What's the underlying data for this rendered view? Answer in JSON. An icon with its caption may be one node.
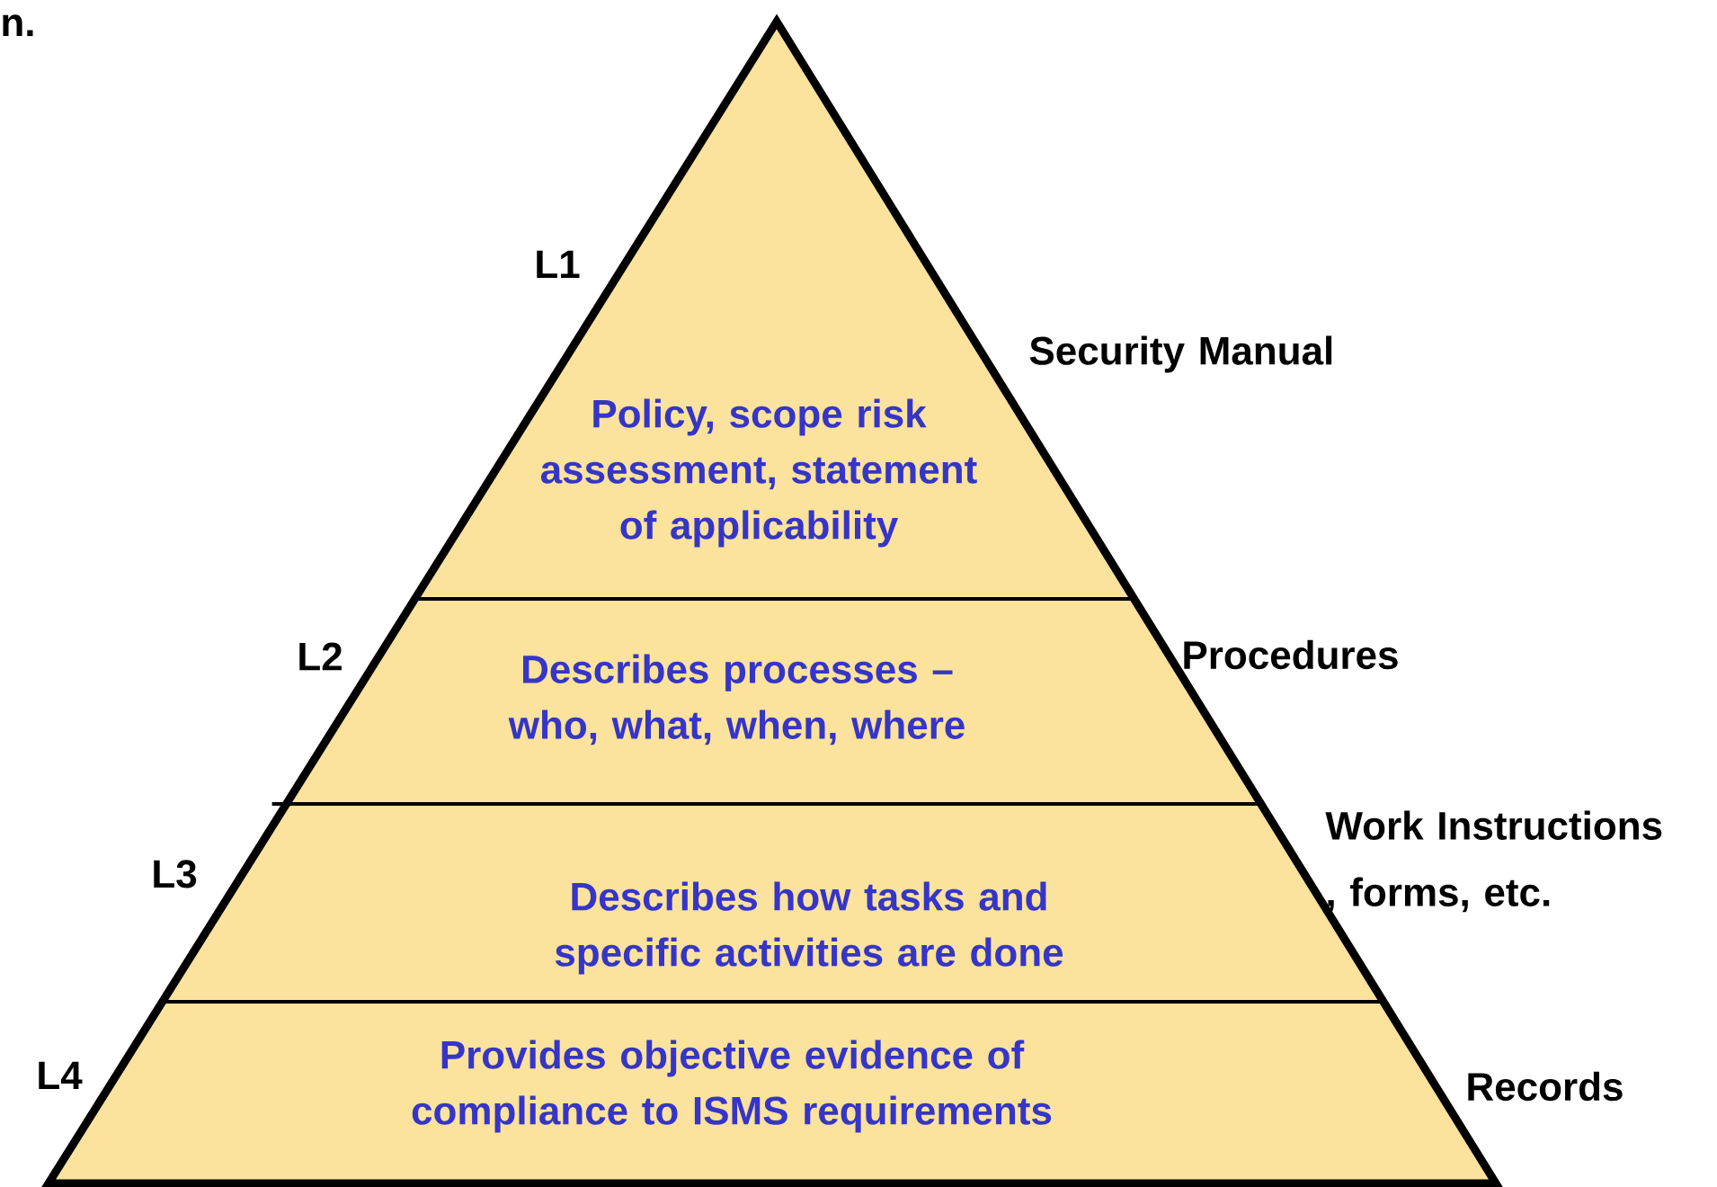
{
  "diagram": {
    "nodes": [
      {
        "text": [
          "Policy, scope risk assessment, statement of applicability"
        ],
        "beside": [
          "L1",
          "Security  Manual"
        ]
      },
      {
        "text": [
          "Describes processes – who, what, when, where"
        ],
        "beside": [
          "L2",
          "Procedures"
        ]
      },
      {
        "text": [
          "Describes how tasks and specific activities are done"
        ],
        "beside": [
          "L3",
          "Work Instructions , forms, etc."
        ]
      },
      {
        "text": [
          "Provides objective evidence of compliance to ISMS requirements"
        ],
        "beside": [
          "L4",
          "Records"
        ]
      }
    ],
    "labels": [
      "n."
    ]
  }
}
